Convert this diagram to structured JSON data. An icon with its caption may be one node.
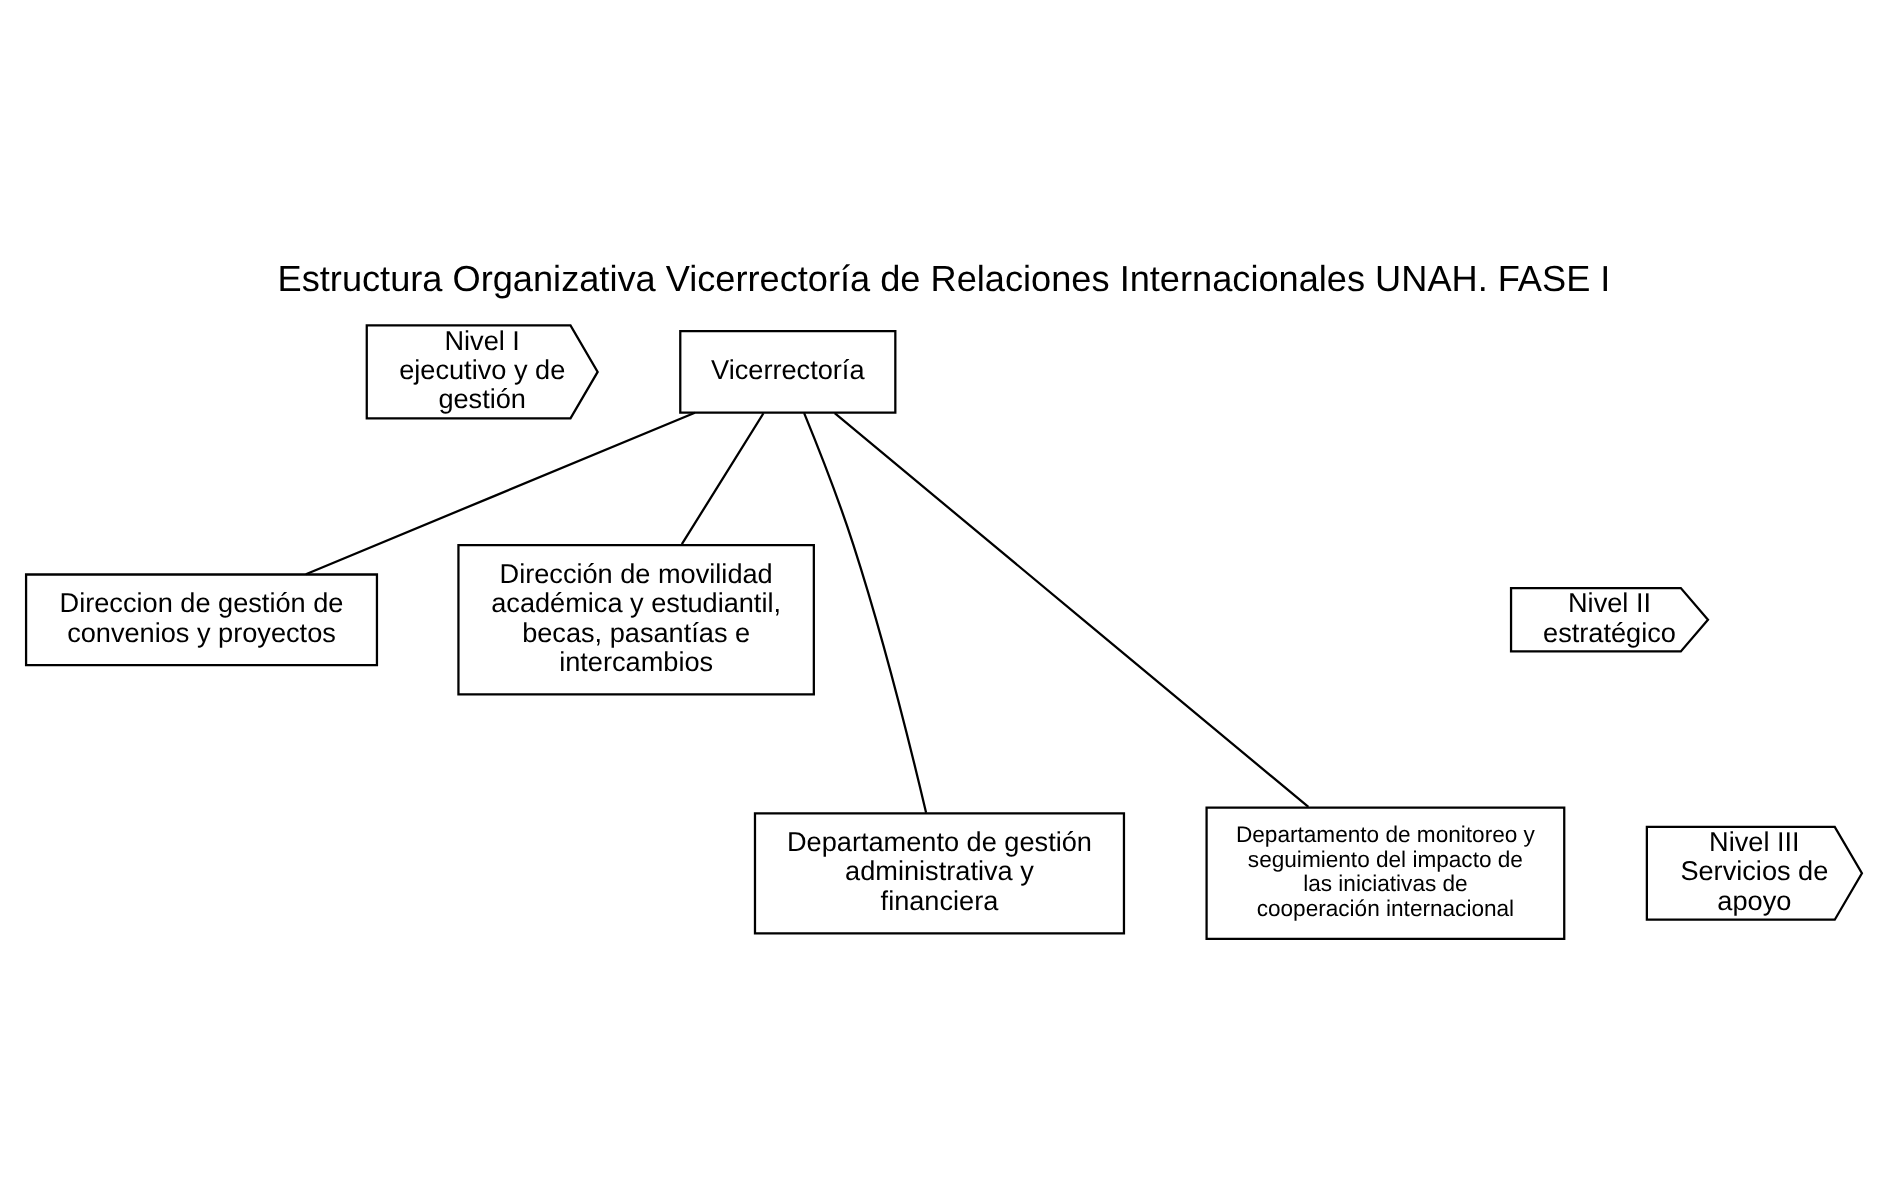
{
  "diagram": {
    "title": "Estructura Organizativa Vicerrectoría de Relaciones Internacionales UNAH. FASE I",
    "nodes": [
      {
        "text": [
          "Nivel I ejecutivo y de gestión"
        ]
      },
      {
        "text": [
          "Vicerrectoría"
        ]
      },
      {
        "text": [
          "Nivel II estratégico"
        ]
      },
      {
        "text": [
          "Direccion de gestión de convenios y proyectos"
        ]
      },
      {
        "text": [
          "Dirección de movilidad académica y estudiantil, becas, pasantías e intercambios"
        ]
      },
      {
        "text": [
          "Nivel III Servicios de apoyo"
        ]
      },
      {
        "text": [
          "Departamento de gestión administrativa y financiera"
        ]
      },
      {
        "text": [
          "Departamento de monitoreo y seguimiento del impacto de las iniciativas de cooperación internacional"
        ]
      }
    ],
    "edges": [
      {
        "from": 1,
        "to": 3,
        "arrow": "none"
      },
      {
        "from": 1,
        "to": 4,
        "arrow": "none"
      },
      {
        "from": 1,
        "to": 6,
        "arrow": "none"
      },
      {
        "from": 1,
        "to": 7,
        "arrow": "none"
      }
    ]
  }
}
